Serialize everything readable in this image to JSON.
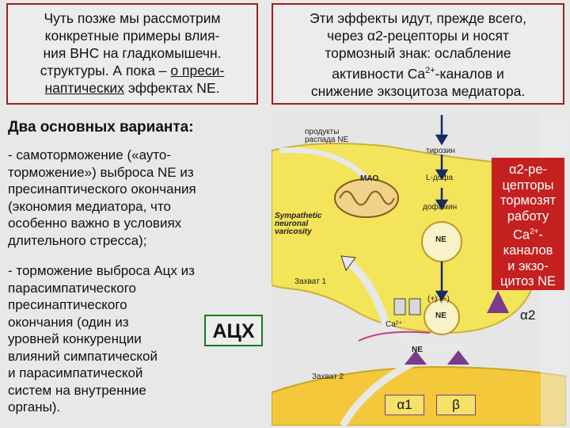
{
  "top_left": {
    "lines": [
      "Чуть позже мы рассмотрим",
      "конкретные примеры влия-",
      "ния ВНС на гладкомышечн.",
      "структуры. А пока – "
    ],
    "underline1": "о преси-",
    "underline2": "наптических",
    "tail": " эффектах NE."
  },
  "top_right": {
    "line1": "Эти эффекты идут, прежде всего,",
    "line2a": "через ",
    "alpha": "α",
    "line2b": "2-рецепторы и носят",
    "line3": "тормозный знак: ослабление",
    "line4a": "активности Ca",
    "line4sup": "2+",
    "line4b": "-каналов и",
    "line5": "снижение экзоцитоза медиатора."
  },
  "section_title": "Два основных варианта:",
  "item1": [
    "- самоторможение («ауто-",
    "торможение») выброса NE из",
    "пресинаптического окончания",
    "(экономия медиатора, что",
    "особенно важно в условиях",
    "длительного стресса);"
  ],
  "item2": [
    "- торможение выброса Ацх из",
    "парасимпатического",
    "пресинаптического",
    "окончания (один из",
    "уровней конкуренции",
    "влияний симпатической",
    "и парасимпатической",
    "систем на внутренние",
    "органы)."
  ],
  "acx_label": "АЦХ",
  "red_box": {
    "alpha_line": "α2-ре-",
    "lines": [
      "цепторы",
      "тормозят",
      "работу"
    ],
    "ca": "Ca",
    "ca_sup": "2+",
    "lines2": [
      "каналов",
      "и экзо-",
      "цитоз NE"
    ]
  },
  "alpha2_label": "α2",
  "diagram": {
    "products": [
      "продукты",
      "распада NE"
    ],
    "tyrosine": "тирозин",
    "ldopa": "L-дофа",
    "dopamine": "дофамин",
    "mao": "MAO",
    "ne": "NE",
    "sympathetic": [
      "Sympathetic",
      "neuronal",
      "varicosity"
    ],
    "uptake1": "Захват 1",
    "uptake2": "Захват 2",
    "ca_label": "Ca²⁺",
    "plus_minus": "(+) (−)",
    "alpha1_box": "α1",
    "beta_box": "β"
  },
  "colors": {
    "frame": "#9b2020",
    "red": "#c42020",
    "neuron": "#f3e45a",
    "green": "#1a7a1a"
  }
}
